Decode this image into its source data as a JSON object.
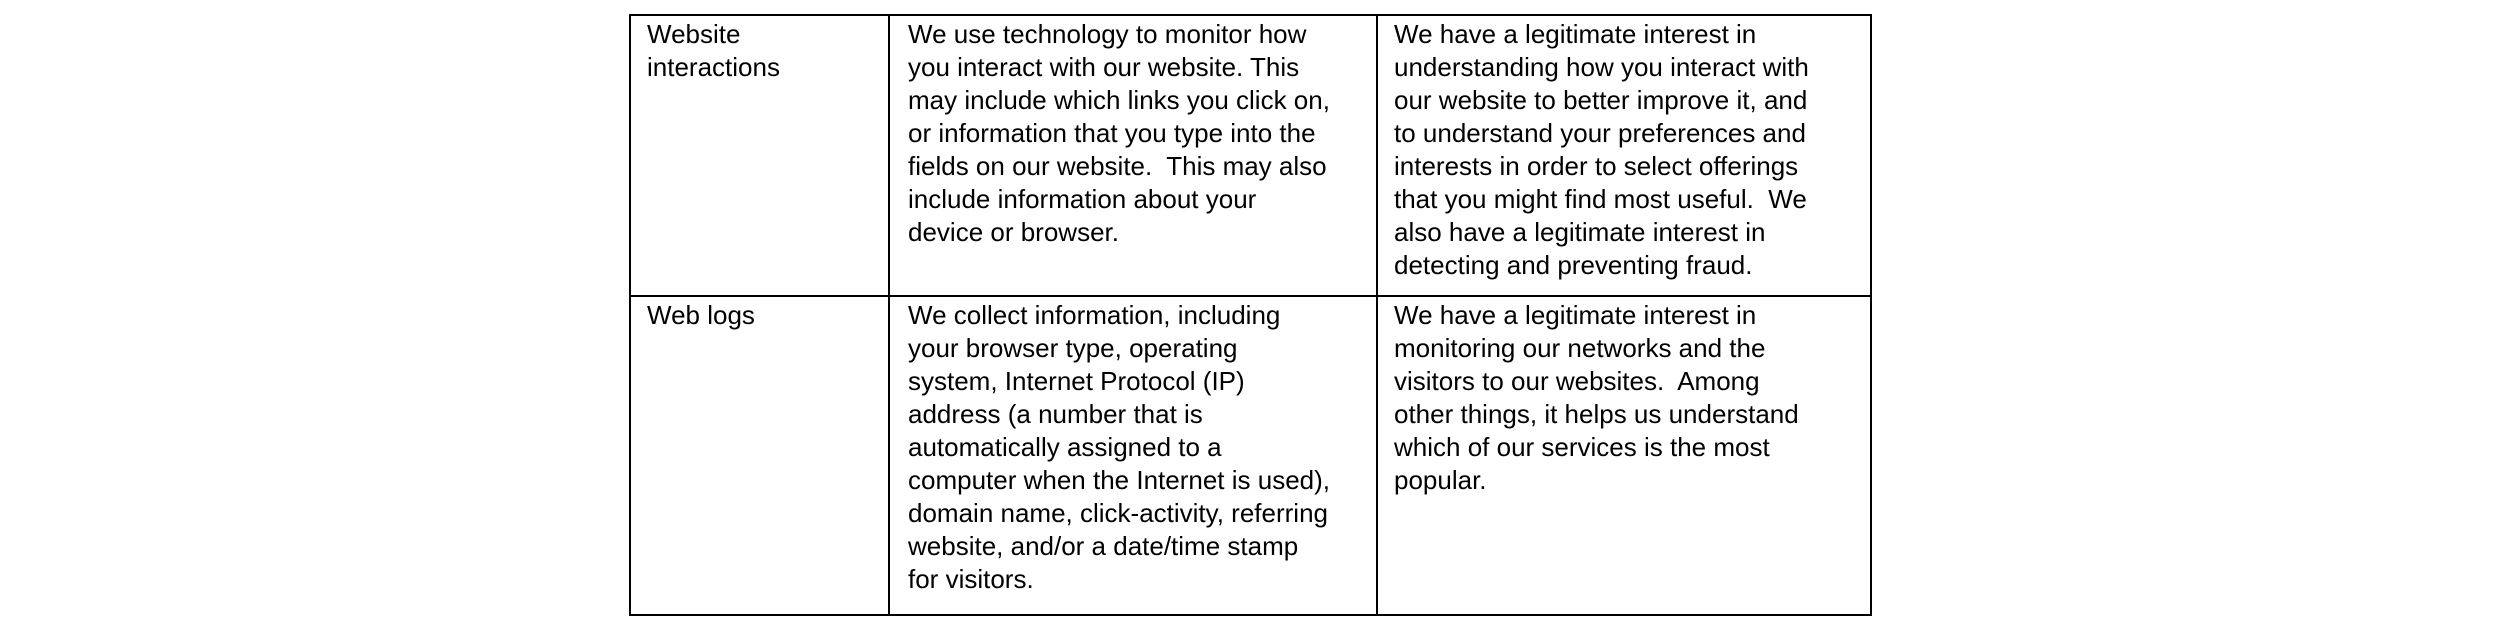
{
  "colors": {
    "border": "#000000",
    "text": "#000000",
    "background": "#ffffff"
  },
  "table": {
    "rows": [
      {
        "term": "Website interactions",
        "description": "We use technology to monitor how you interact with our website. This may include which links you click on, or information that you type into the fields on our website.  This may also include information about your device or browser.",
        "legitimate_interest": "We have a legitimate interest in understanding how you interact with our website to better improve it, and to understand your preferences and interests in order to select offerings that you might find most useful.  We also have a legitimate interest in detecting and preventing fraud."
      },
      {
        "term": "Web logs",
        "description": "We collect information, including your browser type, operating system, Internet Protocol (IP) address (a number that is automatically assigned to a computer when the Internet is used), domain name, click-activity, referring website, and/or a date/time stamp for visitors.",
        "legitimate_interest": "We have a legitimate interest in monitoring our networks and the visitors to our websites.  Among other things, it helps us understand which of our services is the most popular."
      }
    ]
  }
}
